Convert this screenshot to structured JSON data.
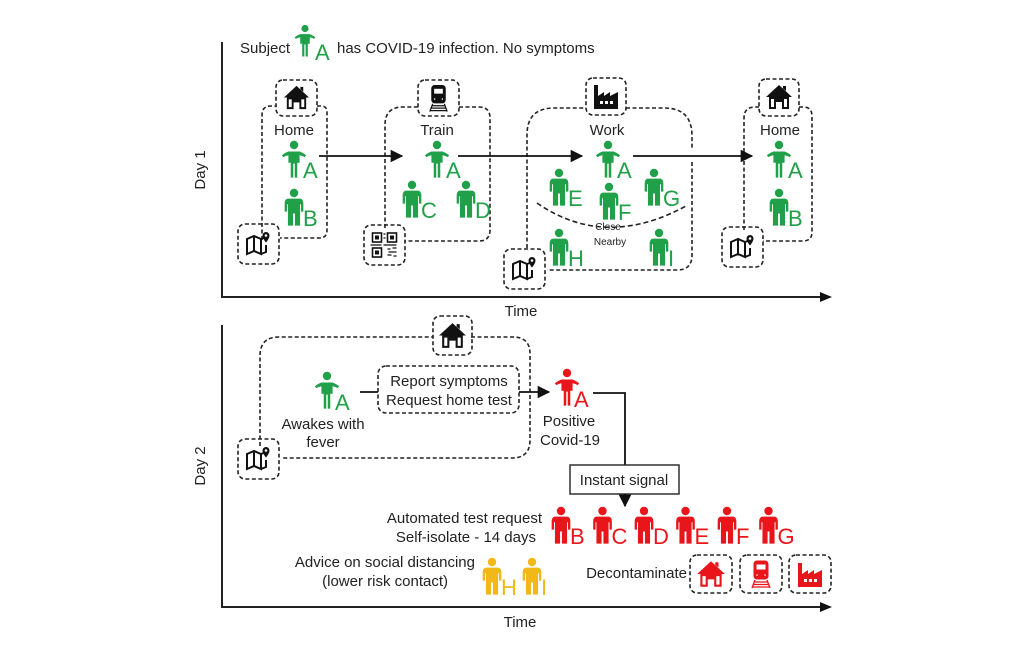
{
  "colors": {
    "infected_green": "#21a04a",
    "positive_red": "#e8151b",
    "advice_yellow": "#f2b817",
    "line": "#222222"
  },
  "day1": {
    "axis_label": "Day 1",
    "time_label": "Time",
    "subject_prefix": "Subject",
    "subject_letter": "A",
    "subject_suffix": "has COVID-19 infection. No symptoms",
    "locations": [
      {
        "name": "Home",
        "icon": "house-icon",
        "people": [
          "A",
          "B"
        ],
        "location_icon": "map-pin-icon"
      },
      {
        "name": "Train",
        "icon": "train-icon",
        "people": [
          "A",
          "C",
          "D"
        ],
        "location_icon": "qr-code-icon"
      },
      {
        "name": "Work",
        "icon": "factory-icon",
        "people": [
          "A",
          "E",
          "F",
          "G",
          "H",
          "I"
        ],
        "location_icon": "map-pin-icon"
      },
      {
        "name": "Home",
        "icon": "house-icon",
        "people": [
          "A",
          "B"
        ],
        "location_icon": "map-pin-icon"
      }
    ],
    "close_label": "Close",
    "nearby_label": "Nearby"
  },
  "day2": {
    "axis_label": "Day 2",
    "time_label": "Time",
    "subject_letter": "A",
    "awakes_line1": "Awakes with",
    "awakes_line2": "fever",
    "report_line1": "Report symptoms",
    "report_line2": "Request home test",
    "positive_line1": "Positive",
    "positive_line2": "Covid-19",
    "instant_signal": "Instant signal",
    "automated_line1": "Automated test request",
    "automated_line2": "Self-isolate - 14 days",
    "close_contacts": [
      "B",
      "C",
      "D",
      "E",
      "F",
      "G"
    ],
    "advice_line1": "Advice on social distancing",
    "advice_line2": "(lower risk contact)",
    "low_risk_contacts": [
      "H",
      "I"
    ],
    "decontaminate": "Decontaminate",
    "decontaminate_icons": [
      "house-icon",
      "train-icon",
      "factory-icon"
    ]
  }
}
